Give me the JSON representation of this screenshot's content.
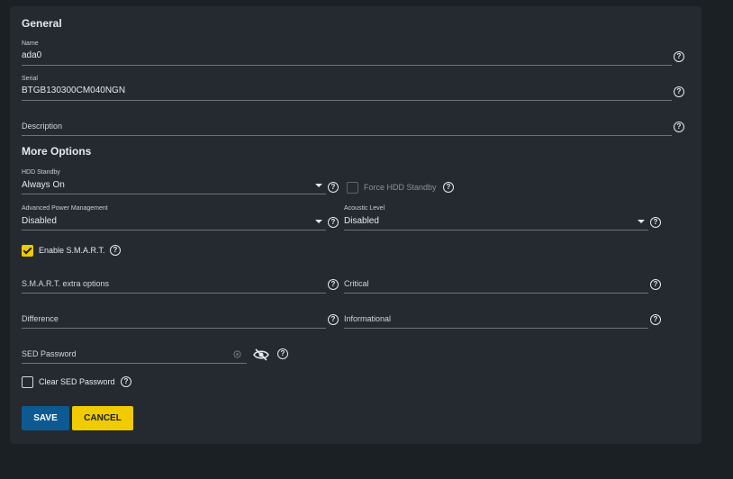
{
  "general": {
    "title": "General",
    "name": {
      "label": "Name",
      "value": "ada0"
    },
    "serial": {
      "label": "Serial",
      "value": "BTGB130300CM040NGN"
    },
    "description": {
      "label": "Description",
      "value": ""
    }
  },
  "more_options": {
    "title": "More Options",
    "hdd_standby": {
      "label": "HDD Standby",
      "value": "Always On"
    },
    "force_hdd_standby": {
      "label": "Force HDD Standby",
      "checked": false,
      "disabled": true
    },
    "apm": {
      "label": "Advanced Power Management",
      "value": "Disabled"
    },
    "acoustic": {
      "label": "Acoustic Level",
      "value": "Disabled"
    },
    "enable_smart": {
      "label": "Enable S.M.A.R.T.",
      "checked": true
    },
    "smart_extra": {
      "label": "S.M.A.R.T. extra options"
    },
    "critical": {
      "label": "Critical"
    },
    "difference": {
      "label": "Difference"
    },
    "informational": {
      "label": "Informational"
    },
    "sed_password": {
      "label": "SED Password"
    },
    "clear_sed": {
      "label": "Clear SED Password",
      "checked": false
    }
  },
  "actions": {
    "save": "SAVE",
    "cancel": "CANCEL"
  },
  "icons": {
    "help": "?"
  },
  "colors": {
    "accent": "#f0cb00",
    "primary": "#0d5a93",
    "card": "#242a30",
    "background": "#1b2025"
  }
}
